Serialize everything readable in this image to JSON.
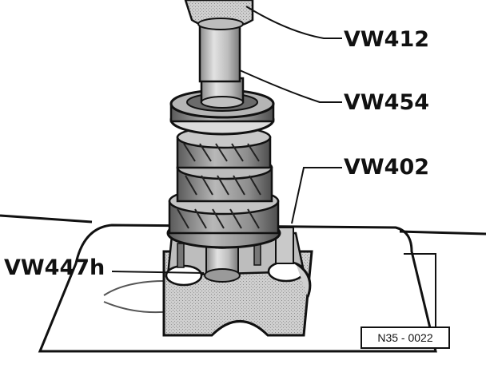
{
  "labels": {
    "vw412": "VW412",
    "vw454": "VW454",
    "vw402": "VW402",
    "vw447h": "VW447h"
  },
  "figure_ref": "N35 - 0022",
  "colors": {
    "line": "#111111",
    "metal_light": "#d6d6d6",
    "metal_mid": "#a8a8a8",
    "metal_dark": "#6e6e6e",
    "background": "#ffffff"
  }
}
